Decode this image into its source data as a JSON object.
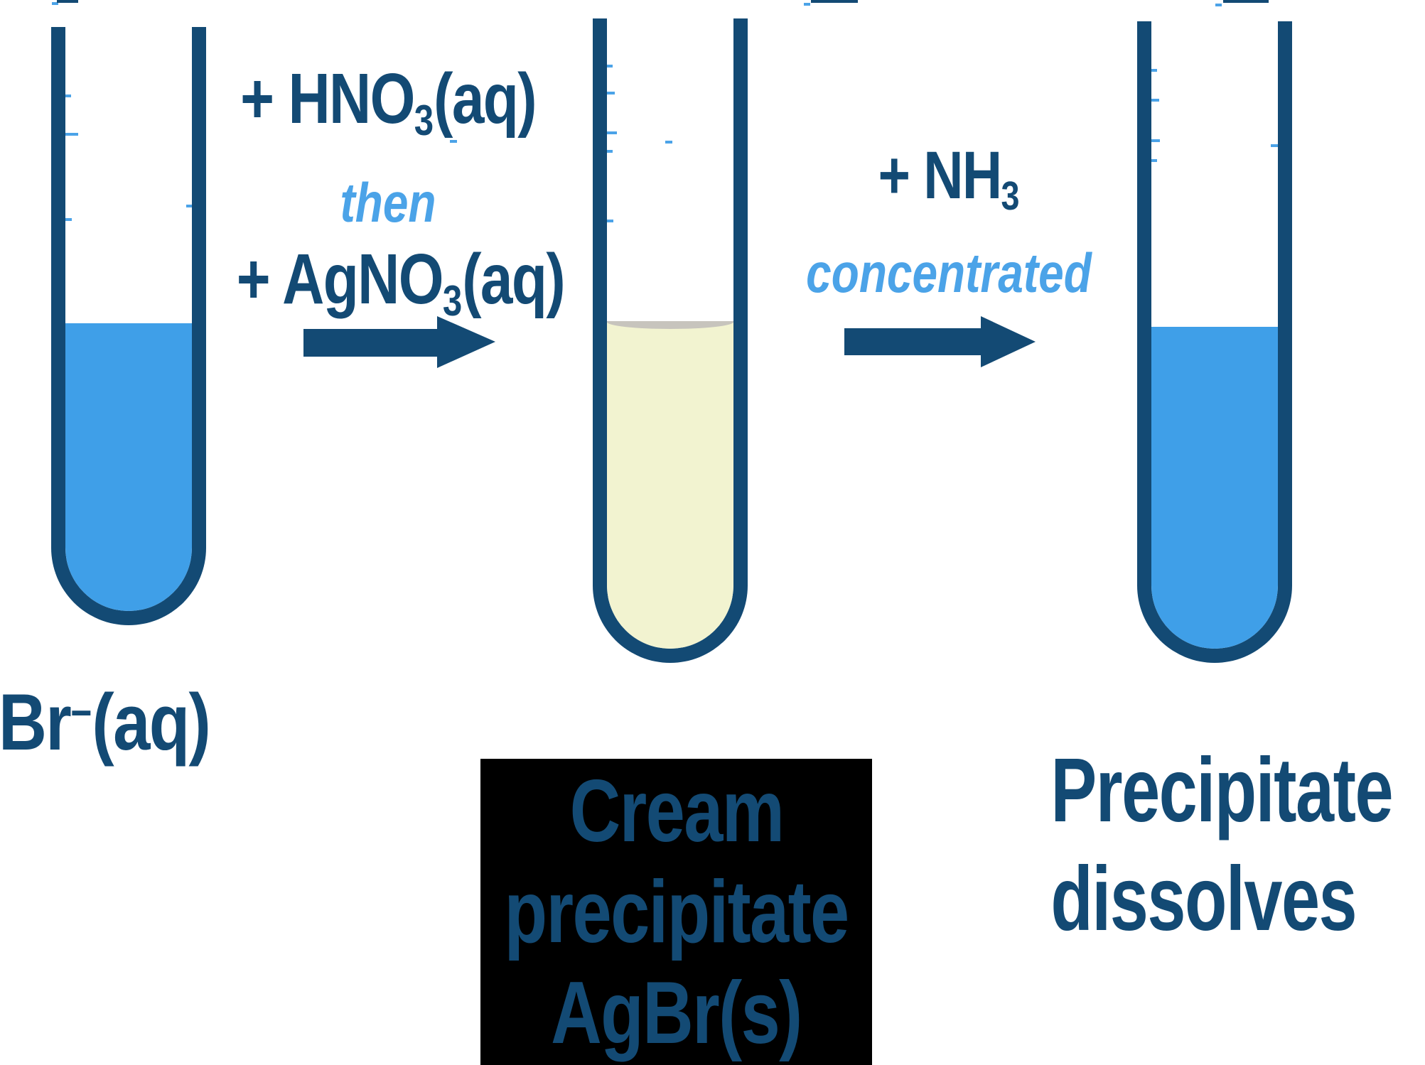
{
  "colors": {
    "navy": "#134a74",
    "liquid-blue": "#3f9fe8",
    "light-blue": "#4ba3e8",
    "cream": "#f2f3d0",
    "meniscus": "#c7c4bd",
    "box-bg": "#000000",
    "bg": "#ffffff"
  },
  "step1": {
    "reagent1": {
      "pre": "+ HNO",
      "sub": "3",
      "post": "(aq)"
    },
    "connector": "then",
    "reagent2": {
      "pre": "+ AgNO",
      "sub": "3",
      "post": "(aq)"
    }
  },
  "step2": {
    "reagent": {
      "pre": "+ NH",
      "sub": "3",
      "post": ""
    },
    "note": "concentrated"
  },
  "labels": {
    "tube1": {
      "pre": "Br",
      "sup": "−",
      "post": "(aq)"
    },
    "tube2_lines": [
      "Cream",
      "precipitate",
      "AgBr(s)"
    ],
    "tube3_lines": [
      "Precipitate",
      "dissolves"
    ]
  }
}
